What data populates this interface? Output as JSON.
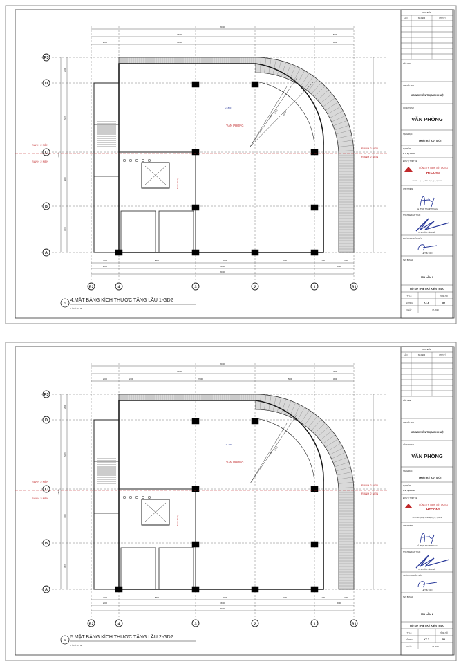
{
  "colors": {
    "line": "#1a1a1a",
    "grid": "#555555",
    "red": "#c0282a",
    "blue": "#2a3a9a",
    "hatch": "#777777"
  },
  "sheets": [
    {
      "title": "4.MẶT BẰNG KÍCH THƯỚC TẦNG LẦU 1-GD2",
      "scale": "TỶ LỆ : 1 : 80",
      "number": "1",
      "room": "VĂN PHÒNG",
      "level": "+7.800",
      "boundary": "RANH 2 NỀN",
      "stair_label": "Sảnh Thang",
      "radii": [
        "6250",
        "5750",
        "4850"
      ],
      "dims_top": [
        "20000",
        "15000",
        "5000",
        "2000",
        "15000",
        "3000"
      ],
      "dims_bottom": [
        "2000",
        "5800",
        "4600",
        "4600",
        "1400",
        "1600",
        "2000",
        "15000",
        "3000",
        "20000"
      ],
      "dims_left": [
        "2000",
        "5270",
        "4200",
        "3570",
        "15000"
      ],
      "titleblock": {
        "revision": "SỬA ĐỔI",
        "rev_cols": [
          "LẦN",
          "SỬA ĐỔI",
          "CHỮ KÝ"
        ],
        "stamp_label": "DẤU CĐE",
        "owner_label": "CHỦ ĐẦU TƯ",
        "owner": "MS.NGUYỄN THỊ MINH HUỆ",
        "project_label": "CÔNG TRÌNH",
        "project": "VĂN PHÒNG",
        "item_label": "HẠNG MỤC",
        "item": "THIẾT KẾ XÂY MỚI",
        "location_label": "ĐỊA ĐIỂM",
        "location": "Q.2, Tp.HCM",
        "designer_label": "ĐƠN VỊ THIẾT KẾ",
        "company": "CÔNG TY TNHH XÂY DỰNG",
        "company_brand": "HTCONS",
        "address": "29 P.Phan Quang, P.Tân Định, Q.1, Tp.HCM",
        "chief_label": "CHỦ NHIỆM",
        "chief": "LÊ PHẠM THANH TRUNG",
        "architect_label": "THIẾT KẾ KIẾN TRÚC",
        "architect": "KTS TRẦN TẤN PHÁT",
        "deploy_label": "TRIỂN KHAI KIẾN TRÚC",
        "deployer": "LÊ THU ĐÀO",
        "drawing_label": "TÊN BẢN VẼ",
        "drawing": "MB LẦU 1",
        "dossier": "HỒ SƠ THIẾT KẾ KIẾN TRÚC",
        "scale_label": "TỶ LỆ",
        "total_label": "TỔNG SỐ",
        "code_label": "SỐ HIỆU",
        "code": "KT-6",
        "total": "52",
        "date_label": "NGÀY",
        "date": "07-2023"
      }
    },
    {
      "title": "5.MẶT BẰNG KÍCH THƯỚC TẦNG LẦU 2-GD2",
      "scale": "TỶ LỆ : 1 : 80",
      "number": "1",
      "room": "VĂN PHÒNG",
      "level": "+11.100",
      "boundary": "RANH 2 NỀN",
      "stair_label": "Sảnh Thang",
      "radii": [
        "5750",
        "4850"
      ],
      "dims_top": [
        "20000",
        "15000",
        "5000",
        "2000",
        "2400",
        "7000",
        "5600",
        "3000"
      ],
      "dims_bottom": [
        "2000",
        "5800",
        "4600",
        "4600",
        "1400",
        "1600",
        "2000",
        "15000",
        "3000",
        "20000"
      ],
      "dims_left": [
        "2000",
        "5270",
        "4200",
        "3570",
        "15000"
      ],
      "titleblock": {
        "revision": "SỬA ĐỔI",
        "rev_cols": [
          "LẦN",
          "SỬA ĐỔI",
          "CHỮ KÝ"
        ],
        "stamp_label": "DẤU CĐE",
        "owner_label": "CHỦ ĐẦU TƯ",
        "owner": "MS.NGUYỄN THỊ MINH HUỆ",
        "project_label": "CÔNG TRÌNH",
        "project": "VĂN PHÒNG",
        "item_label": "HẠNG MỤC",
        "item": "THIẾT KẾ XÂY MỚI",
        "location_label": "ĐỊA ĐIỂM",
        "location": "Q.2, Tp.HCM",
        "designer_label": "ĐƠN VỊ THIẾT KẾ",
        "company": "CÔNG TY TNHH XÂY DỰNG",
        "company_brand": "HTCONS",
        "address": "29 P.Phan Quang, P.Tân Định, Q.1, Tp.HCM",
        "chief_label": "CHỦ NHIỆM",
        "chief": "LÊ PHẠM THANH TRUNG",
        "architect_label": "THIẾT KẾ KIẾN TRÚC",
        "architect": "KTS TRẦN TẤN PHÁT",
        "deploy_label": "TRIỂN KHAI KIẾN TRÚC",
        "deployer": "LÊ THU ĐÀO",
        "drawing_label": "TÊN BẢN VẼ",
        "drawing": "MB LẦU 2",
        "dossier": "HỒ SƠ THIẾT KẾ KIẾN TRÚC",
        "scale_label": "TỶ LỆ",
        "total_label": "TỔNG SỐ",
        "code_label": "SỐ HIỆU",
        "code": "KT-7",
        "total": "52",
        "date_label": "NGÀY",
        "date": "07-2023"
      }
    }
  ],
  "axes": {
    "columns": [
      "R2",
      "4",
      "3",
      "2",
      "1",
      "R1"
    ],
    "rows": [
      "R3",
      "D",
      "C",
      "B",
      "A"
    ]
  }
}
